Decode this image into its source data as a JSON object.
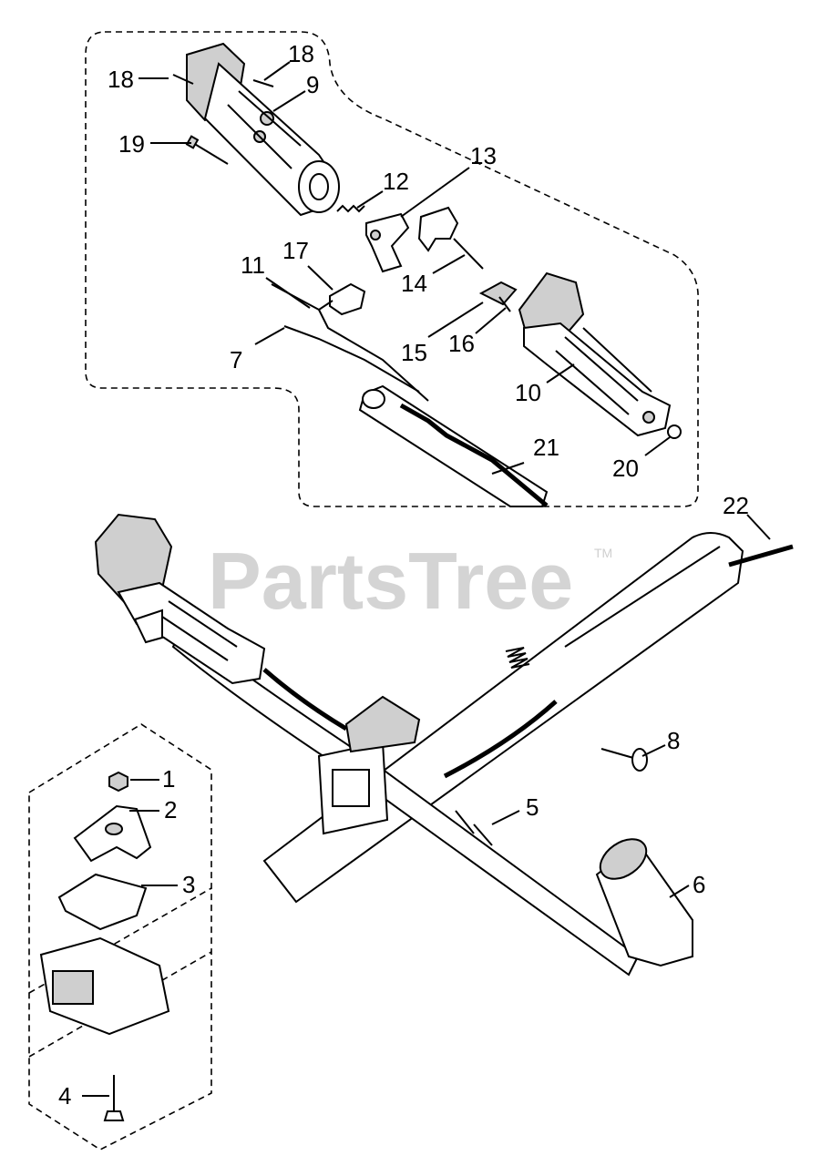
{
  "watermark": {
    "text": "PartsTree",
    "trademark": "TM"
  },
  "callouts": {
    "c1": "1",
    "c2": "2",
    "c3": "3",
    "c4": "4",
    "c5": "5",
    "c6": "6",
    "c7": "7",
    "c8": "8",
    "c9": "9",
    "c10": "10",
    "c11": "11",
    "c12": "12",
    "c13": "13",
    "c14": "14",
    "c15": "15",
    "c16": "16",
    "c17": "17",
    "c18a": "18",
    "c18b": "18",
    "c19": "19",
    "c20": "20",
    "c21": "21",
    "c22": "22"
  }
}
